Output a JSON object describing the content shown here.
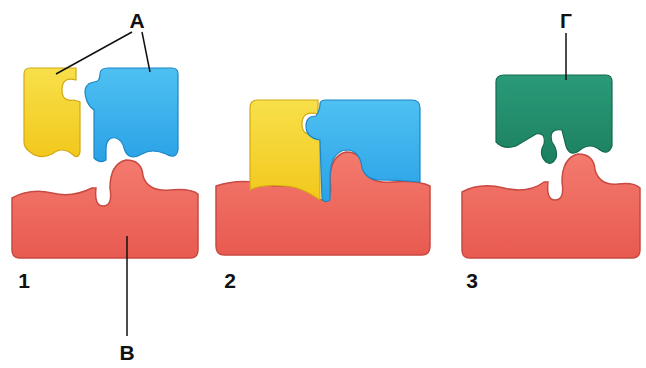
{
  "diagram": {
    "labels": [
      "А",
      "В",
      "Г",
      "1",
      "2",
      "3"
    ]
  }
}
